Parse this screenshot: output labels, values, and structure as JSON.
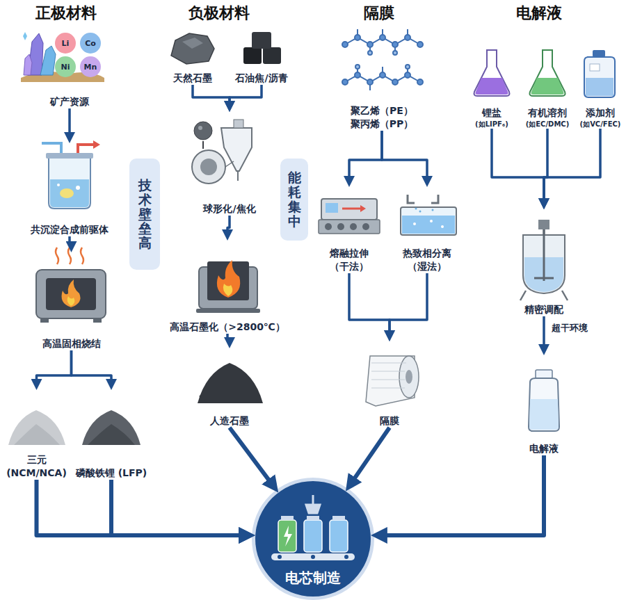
{
  "diagram": {
    "nodes": [
      {
        "text": [
          "矿产资源"
        ]
      },
      {
        "text": [
          "共沉淀合成前驱体"
        ]
      },
      {
        "text": [
          "高温固相烧结"
        ]
      },
      {
        "text": [
          "三元 (NCM/NCA)"
        ]
      },
      {
        "text": [
          "磷酸铁锂 (LFP)"
        ]
      },
      {
        "text": [
          "天然石墨"
        ]
      },
      {
        "text": [
          "石油焦/沥青"
        ]
      },
      {
        "text": [
          "球形化/焦化"
        ]
      },
      {
        "text": [
          "高温石墨化（>2800℃）"
        ]
      },
      {
        "text": [
          "人造石墨"
        ]
      },
      {
        "text": [
          "聚乙烯（PE） 聚丙烯（PP）"
        ]
      },
      {
        "text": [
          "熔融拉伸 （干法）"
        ]
      },
      {
        "text": [
          "热致相分离 （湿法）"
        ]
      },
      {
        "text": [
          "隔膜"
        ]
      },
      {
        "text": [
          "锂盐",
          "(如LIPF₆)"
        ]
      },
      {
        "text": [
          "有机溶剂",
          "(如EC/DMC)"
        ]
      },
      {
        "text": [
          "添加剂",
          "(如VC/FEC)"
        ]
      },
      {
        "text": [
          "精密调配"
        ]
      },
      {
        "text": [
          "电解液"
        ]
      },
      {
        "text": [
          "电芯制造"
        ]
      },
      {
        "text": [
          "技术壁垒高"
        ]
      },
      {
        "text": [
          "能耗集中"
        ]
      }
    ],
    "edges": [
      {
        "from": 0,
        "to": 1,
        "arrow": "to"
      },
      {
        "from": 1,
        "to": 2,
        "arrow": "to"
      },
      {
        "from": 2,
        "to": 3,
        "arrow": "to"
      },
      {
        "from": 2,
        "to": 4,
        "arrow": "to"
      },
      {
        "from": 3,
        "to": 19,
        "arrow": "to"
      },
      {
        "from": 4,
        "to": 19,
        "arrow": "to"
      },
      {
        "from": 5,
        "to": 7,
        "arrow": "to"
      },
      {
        "from": 6,
        "to": 7,
        "arrow": "to"
      },
      {
        "from": 7,
        "to": 8,
        "arrow": "to"
      },
      {
        "from": 8,
        "to": 9,
        "arrow": "to"
      },
      {
        "from": 9,
        "to": 19,
        "arrow": "to"
      },
      {
        "from": 10,
        "to": 11,
        "arrow": "to"
      },
      {
        "from": 10,
        "to": 12,
        "arrow": "to"
      },
      {
        "from": 11,
        "to": 13,
        "arrow": "to"
      },
      {
        "from": 12,
        "to": 13,
        "arrow": "to"
      },
      {
        "from": 13,
        "to": 19,
        "arrow": "to"
      },
      {
        "from": 14,
        "to": 17,
        "arrow": "to"
      },
      {
        "from": 15,
        "to": 17,
        "arrow": "to"
      },
      {
        "from": 16,
        "to": 17,
        "arrow": "to"
      },
      {
        "from": 17,
        "to": 18,
        "label": "超干环境",
        "arrow": "to"
      },
      {
        "from": 18,
        "to": 19,
        "arrow": "to"
      }
    ],
    "labels": [
      "正极材料",
      "负极材料",
      "隔膜",
      "电解液",
      "Li",
      "Co",
      "Ni",
      "Mn"
    ]
  }
}
